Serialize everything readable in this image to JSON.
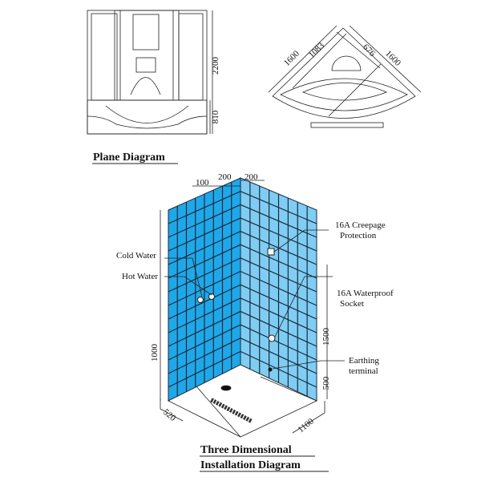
{
  "plane": {
    "title": "Plane Diagram",
    "dim_height": "2200",
    "dim_base": "810"
  },
  "top_view": {
    "dim_left": "1600",
    "dim_left_inner": "1083",
    "dim_right_inner": "676",
    "dim_right": "1600"
  },
  "install": {
    "title_line1": "Three Dimensional",
    "title_line2": "Installation Diagram",
    "dim_top_100": "100",
    "dim_top_200a": "200",
    "dim_top_200b": "200",
    "dim_left_height": "1000",
    "dim_right_1500": "1500",
    "dim_right_500": "500",
    "dim_floor_left": "520",
    "dim_floor_right": "1100",
    "callouts": {
      "cold_water": "Cold Water",
      "hot_water": "Hot Water",
      "creepage_1": "16A Creepage",
      "creepage_2": "Protection",
      "socket_1": "16A Waterproof",
      "socket_2": "Socket",
      "earthing_1": "Earthing",
      "earthing_2": "terminal"
    },
    "colors": {
      "left_wall": "#1fa8e8",
      "right_wall": "#7fcdf2",
      "grout": "#1a2a40"
    }
  }
}
